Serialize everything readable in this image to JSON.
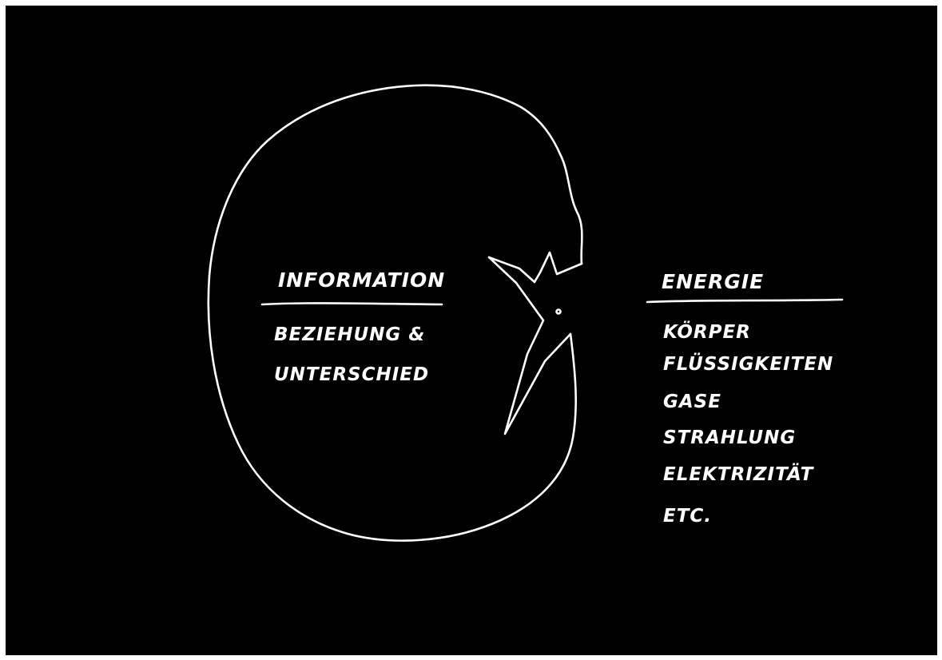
{
  "left_group": {
    "heading": "INFORMATION",
    "lines": [
      "BEZIEHUNG &",
      "UNTERSCHIED"
    ]
  },
  "right_group": {
    "heading": "ENERGIE",
    "lines": [
      "KÖRPER",
      "FLÜSSIGKEITEN",
      "GASE",
      "STRAHLUNG",
      "ELEKTRIZITÄT",
      "ETC."
    ]
  },
  "colors": {
    "background": "#000000",
    "ink": "#ffffff",
    "frame": "#ffffff"
  },
  "icons": [
    "loop-outline",
    "human-figure"
  ]
}
